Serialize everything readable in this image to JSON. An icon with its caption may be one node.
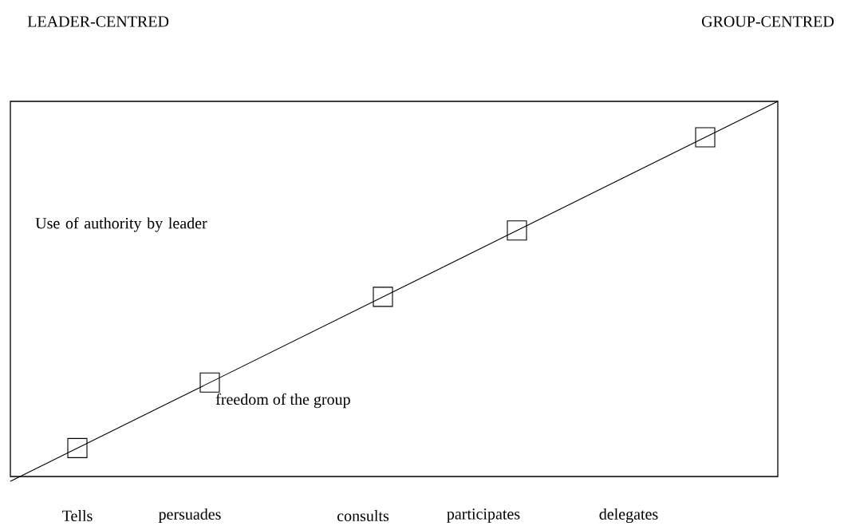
{
  "diagram": {
    "labels": [
      "LEADER-CENTRED",
      "GROUP-CENTRED",
      "Use of authority by leader",
      "freedom of the group",
      "Tells",
      "persuades",
      "consults",
      "participates",
      "delegates"
    ]
  }
}
